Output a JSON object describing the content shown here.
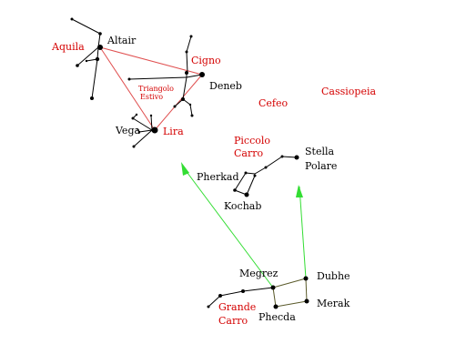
{
  "labels": {
    "altair": "Altair",
    "aquila": "Aquila",
    "cigno": "Cigno",
    "deneb": "Deneb",
    "triangolo_1": "Triangolo",
    "triangolo_2": "Estivo",
    "cefeo": "Cefeo",
    "cassiopeia": "Cassiopeia",
    "vega": "Vega",
    "lira": "Lira",
    "piccolo_1": "Piccolo",
    "piccolo_2": "Carro",
    "stella_1": "Stella",
    "stella_2": "Polare",
    "pherkad": "Pherkad",
    "kochab": "Kochab",
    "megrez": "Megrez",
    "dubhe": "Dubhe",
    "merak": "Merak",
    "phecda": "Phecda",
    "grande_1": "Grande",
    "grande_2": "Carro"
  },
  "colors": {
    "constellation_name": "#d40000",
    "star_name": "#000000",
    "triangle_line": "#e05050",
    "pointer_line": "#33dd33",
    "dipper_bowl_line": "#5a5a2a",
    "star_line": "#000000"
  }
}
